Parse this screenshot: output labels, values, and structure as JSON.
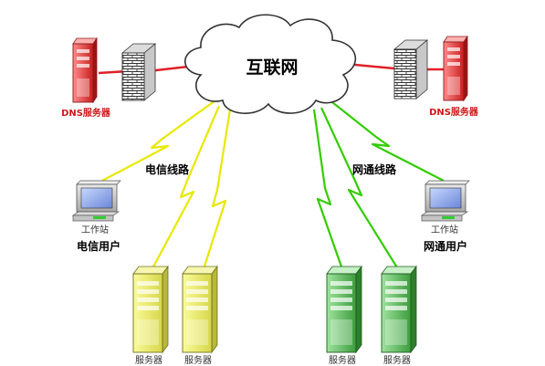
{
  "cloud": {
    "label": "互联网"
  },
  "dns_left": {
    "label": "DNS服务器"
  },
  "dns_right": {
    "label": "DNS服务器"
  },
  "telecom": {
    "line_label": "电信线路",
    "workstation_label": "工作站",
    "user_label": "电信用户",
    "server1_label": "服务器",
    "server2_label": "服务器",
    "color": "#e8e800"
  },
  "netcom": {
    "line_label": "网通线路",
    "workstation_label": "工作站",
    "user_label": "网通用户",
    "server1_label": "服务器",
    "server2_label": "服务器",
    "color": "#33cc00"
  },
  "colors": {
    "dns_link": "#e0202a",
    "dns_server": "#e83030",
    "firewall": "#7a3a3a"
  },
  "icons": [
    "cloud-icon",
    "firewall-icon",
    "server-icon",
    "workstation-icon",
    "lightning-link-icon"
  ]
}
